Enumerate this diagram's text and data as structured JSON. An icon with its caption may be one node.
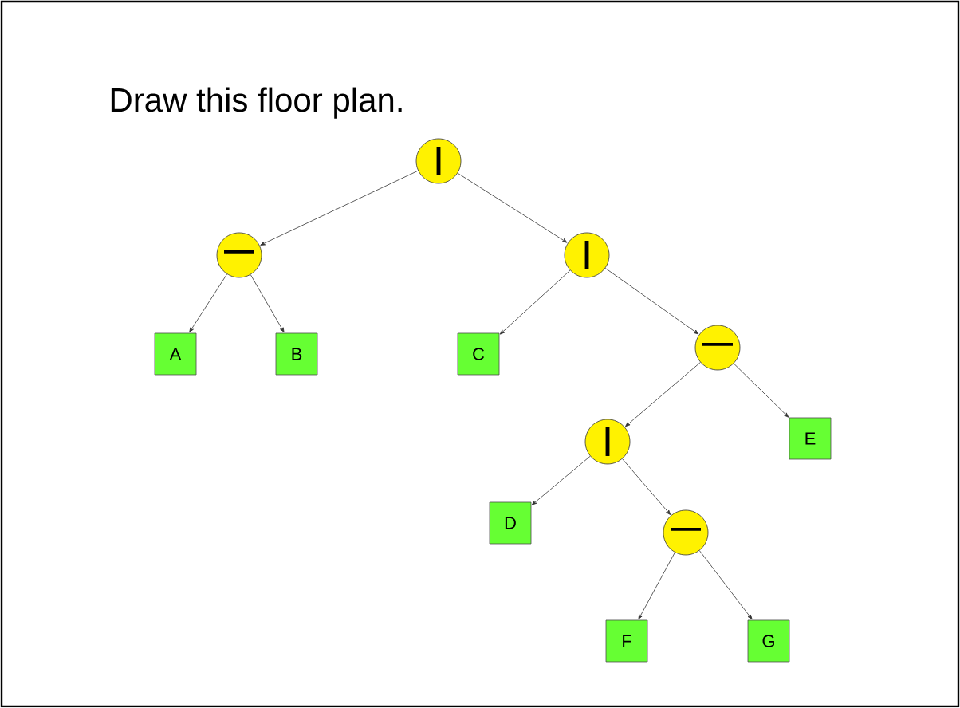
{
  "diagram": {
    "title": "Draw this floor plan.",
    "nodes": [
      {
        "text": [
          "|"
        ]
      },
      {
        "text": [
          "—"
        ]
      },
      {
        "text": [
          "|"
        ]
      },
      {
        "text": [
          "A"
        ]
      },
      {
        "text": [
          "B"
        ]
      },
      {
        "text": [
          "C"
        ]
      },
      {
        "text": [
          "—"
        ]
      },
      {
        "text": [
          "|"
        ]
      },
      {
        "text": [
          "E"
        ]
      },
      {
        "text": [
          "D"
        ]
      },
      {
        "text": [
          "—"
        ]
      },
      {
        "text": [
          "F"
        ]
      },
      {
        "text": [
          "G"
        ]
      }
    ],
    "edges": [
      {
        "from": 0,
        "to": 1,
        "arrow": "to"
      },
      {
        "from": 0,
        "to": 2,
        "arrow": "to"
      },
      {
        "from": 1,
        "to": 3,
        "arrow": "to"
      },
      {
        "from": 1,
        "to": 4,
        "arrow": "to"
      },
      {
        "from": 2,
        "to": 5,
        "arrow": "to"
      },
      {
        "from": 2,
        "to": 6,
        "arrow": "to"
      },
      {
        "from": 6,
        "to": 7,
        "arrow": "to"
      },
      {
        "from": 6,
        "to": 8,
        "arrow": "to"
      },
      {
        "from": 7,
        "to": 9,
        "arrow": "to"
      },
      {
        "from": 7,
        "to": 10,
        "arrow": "to"
      },
      {
        "from": 10,
        "to": 11,
        "arrow": "to"
      },
      {
        "from": 10,
        "to": 12,
        "arrow": "to"
      }
    ]
  }
}
